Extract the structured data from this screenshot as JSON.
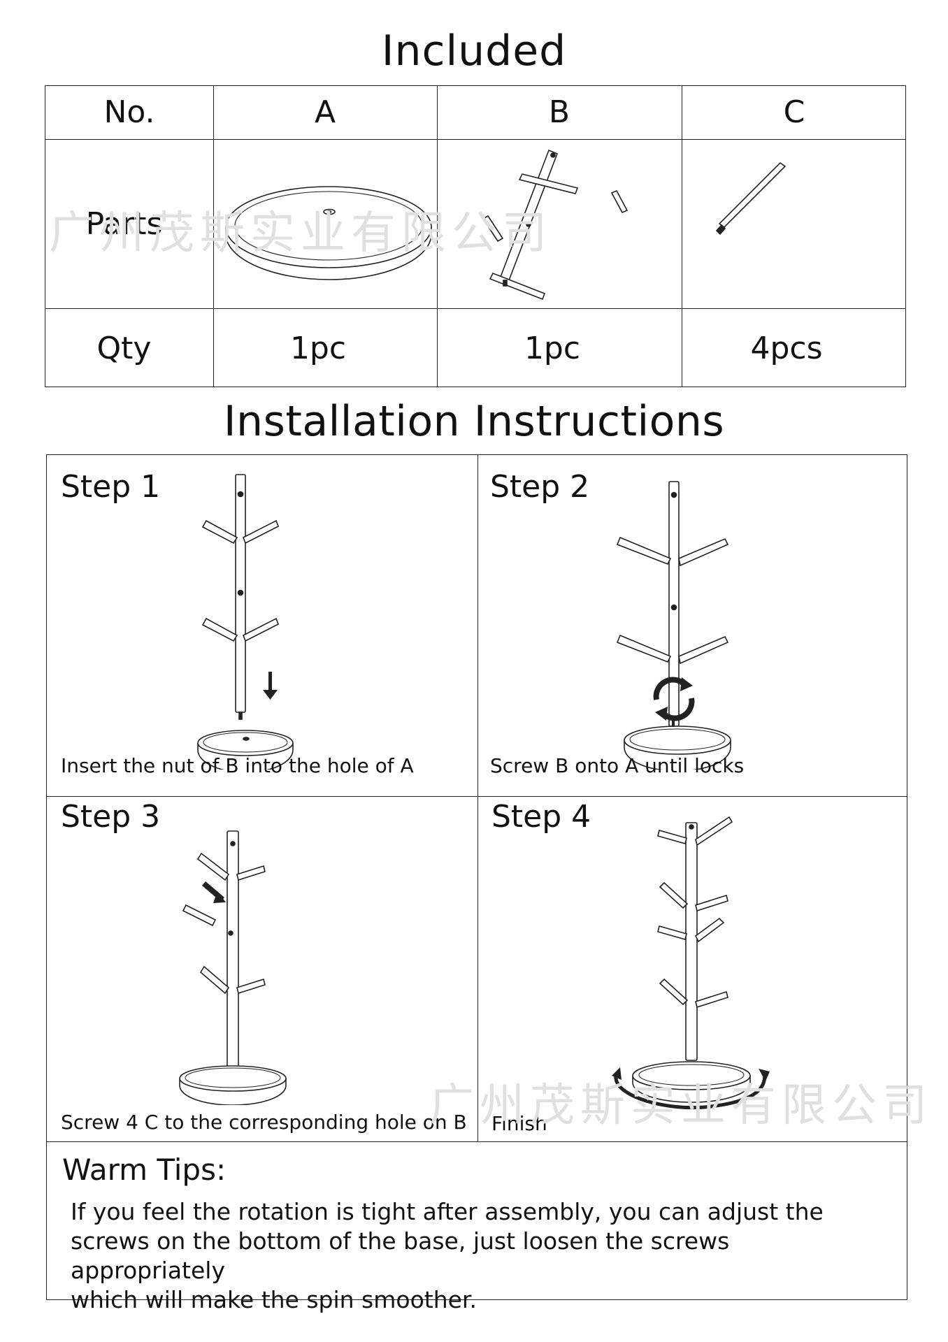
{
  "included": {
    "title": "Included",
    "headers": [
      "No.",
      "A",
      "B",
      "C"
    ],
    "row_parts_label": "Parts",
    "row_qty_label": "Qty",
    "quantities": [
      "1pc",
      "1pc",
      "4pcs"
    ]
  },
  "install": {
    "title": "Installation Instructions",
    "steps": [
      {
        "title": "Step 1",
        "caption": "Insert the nut of B into the hole of A"
      },
      {
        "title": "Step 2",
        "caption": "Screw B onto A until locks"
      },
      {
        "title": "Step 3",
        "caption": "Screw 4 C to the corresponding hole on B"
      },
      {
        "title": "Step 4",
        "caption": "Finish"
      }
    ]
  },
  "tips": {
    "title": "Warm Tips:",
    "lines": [
      "If you feel the rotation is tight after assembly,  you can adjust the",
      "screws on the bottom of the base,  just loosen the screws appropriately",
      "which will make the spin smoother."
    ]
  },
  "watermark": "广州茂斯实业有限公司"
}
